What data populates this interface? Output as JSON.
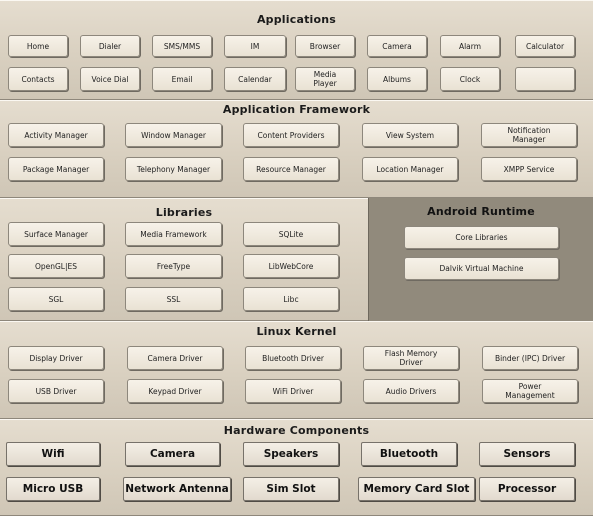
{
  "layers": {
    "applications": {
      "title": "Applications",
      "items": [
        "Home",
        "Dialer",
        "SMS/MMS",
        "IM",
        "Browser",
        "Camera",
        "Alarm",
        "Calculator",
        "Contacts",
        "Voice Dial",
        "Email",
        "Calendar",
        "Media Player",
        "Albums",
        "Clock",
        ""
      ]
    },
    "framework": {
      "title": "Application Framework",
      "items": [
        "Activity Manager",
        "Window Manager",
        "Content Providers",
        "View System",
        "Notification Manager",
        "Package Manager",
        "Telephony Manager",
        "Resource Manager",
        "Location Manager",
        "XMPP Service"
      ]
    },
    "libraries": {
      "title": "Libraries",
      "items": [
        "Surface Manager",
        "Media Framework",
        "SQLite",
        "OpenGL|ES",
        "FreeType",
        "LibWebCore",
        "SGL",
        "SSL",
        "Libc"
      ]
    },
    "runtime": {
      "title": "Android Runtime",
      "items": [
        "Core Libraries",
        "Dalvik Virtual Machine"
      ]
    },
    "kernel": {
      "title": "Linux Kernel",
      "items": [
        "Display Driver",
        "Camera Driver",
        "Bluetooth Driver",
        "Flash Memory Driver",
        "Binder (IPC) Driver",
        "USB Driver",
        "Keypad Driver",
        "WiFi Driver",
        "Audio Drivers",
        "Power Management"
      ]
    },
    "hardware": {
      "title": "Hardware Components",
      "items": [
        "Wifi",
        "Camera",
        "Speakers",
        "Bluetooth",
        "Sensors",
        "Micro USB",
        "Network Antenna",
        "Sim Slot",
        "Memory Card Slot",
        "Processor"
      ]
    }
  },
  "colors": {
    "layer_background": "#ddd5c6",
    "runtime_background": "#918a7c",
    "box_border": "#8d877c"
  }
}
